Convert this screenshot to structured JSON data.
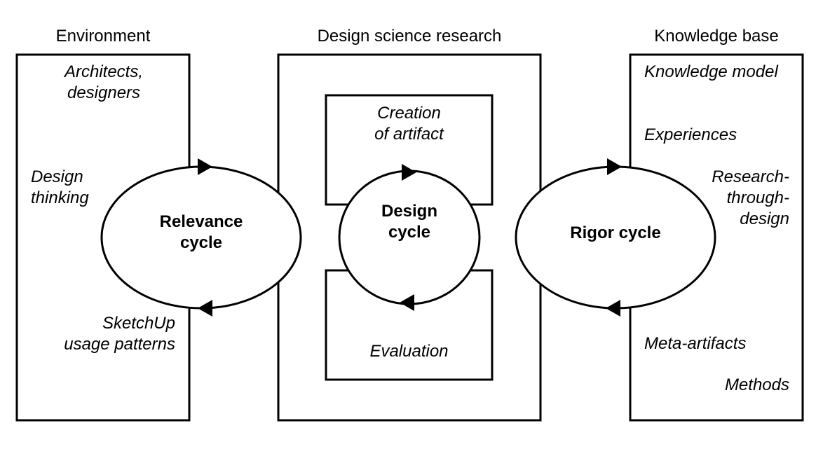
{
  "headers": {
    "environment": "Environment",
    "research": "Design science research",
    "knowledge": "Knowledge base"
  },
  "environment": {
    "item1_line1": "Architects,",
    "item1_line2": "designers",
    "item2_line1": "Design",
    "item2_line2": "thinking",
    "item3_line1": "SketchUp",
    "item3_line2": "usage patterns"
  },
  "research": {
    "creation_line1": "Creation",
    "creation_line2": "of artifact",
    "evaluation": "Evaluation"
  },
  "knowledge": {
    "item1": "Knowledge model",
    "item2": "Experiences",
    "item3_line1": "Research-",
    "item3_line2": "through-",
    "item3_line3": "design",
    "item4": "Meta-artifacts",
    "item5": "Methods"
  },
  "cycles": {
    "relevance_line1": "Relevance",
    "relevance_line2": "cycle",
    "design_line1": "Design",
    "design_line2": "cycle",
    "rigor": "Rigor cycle"
  }
}
